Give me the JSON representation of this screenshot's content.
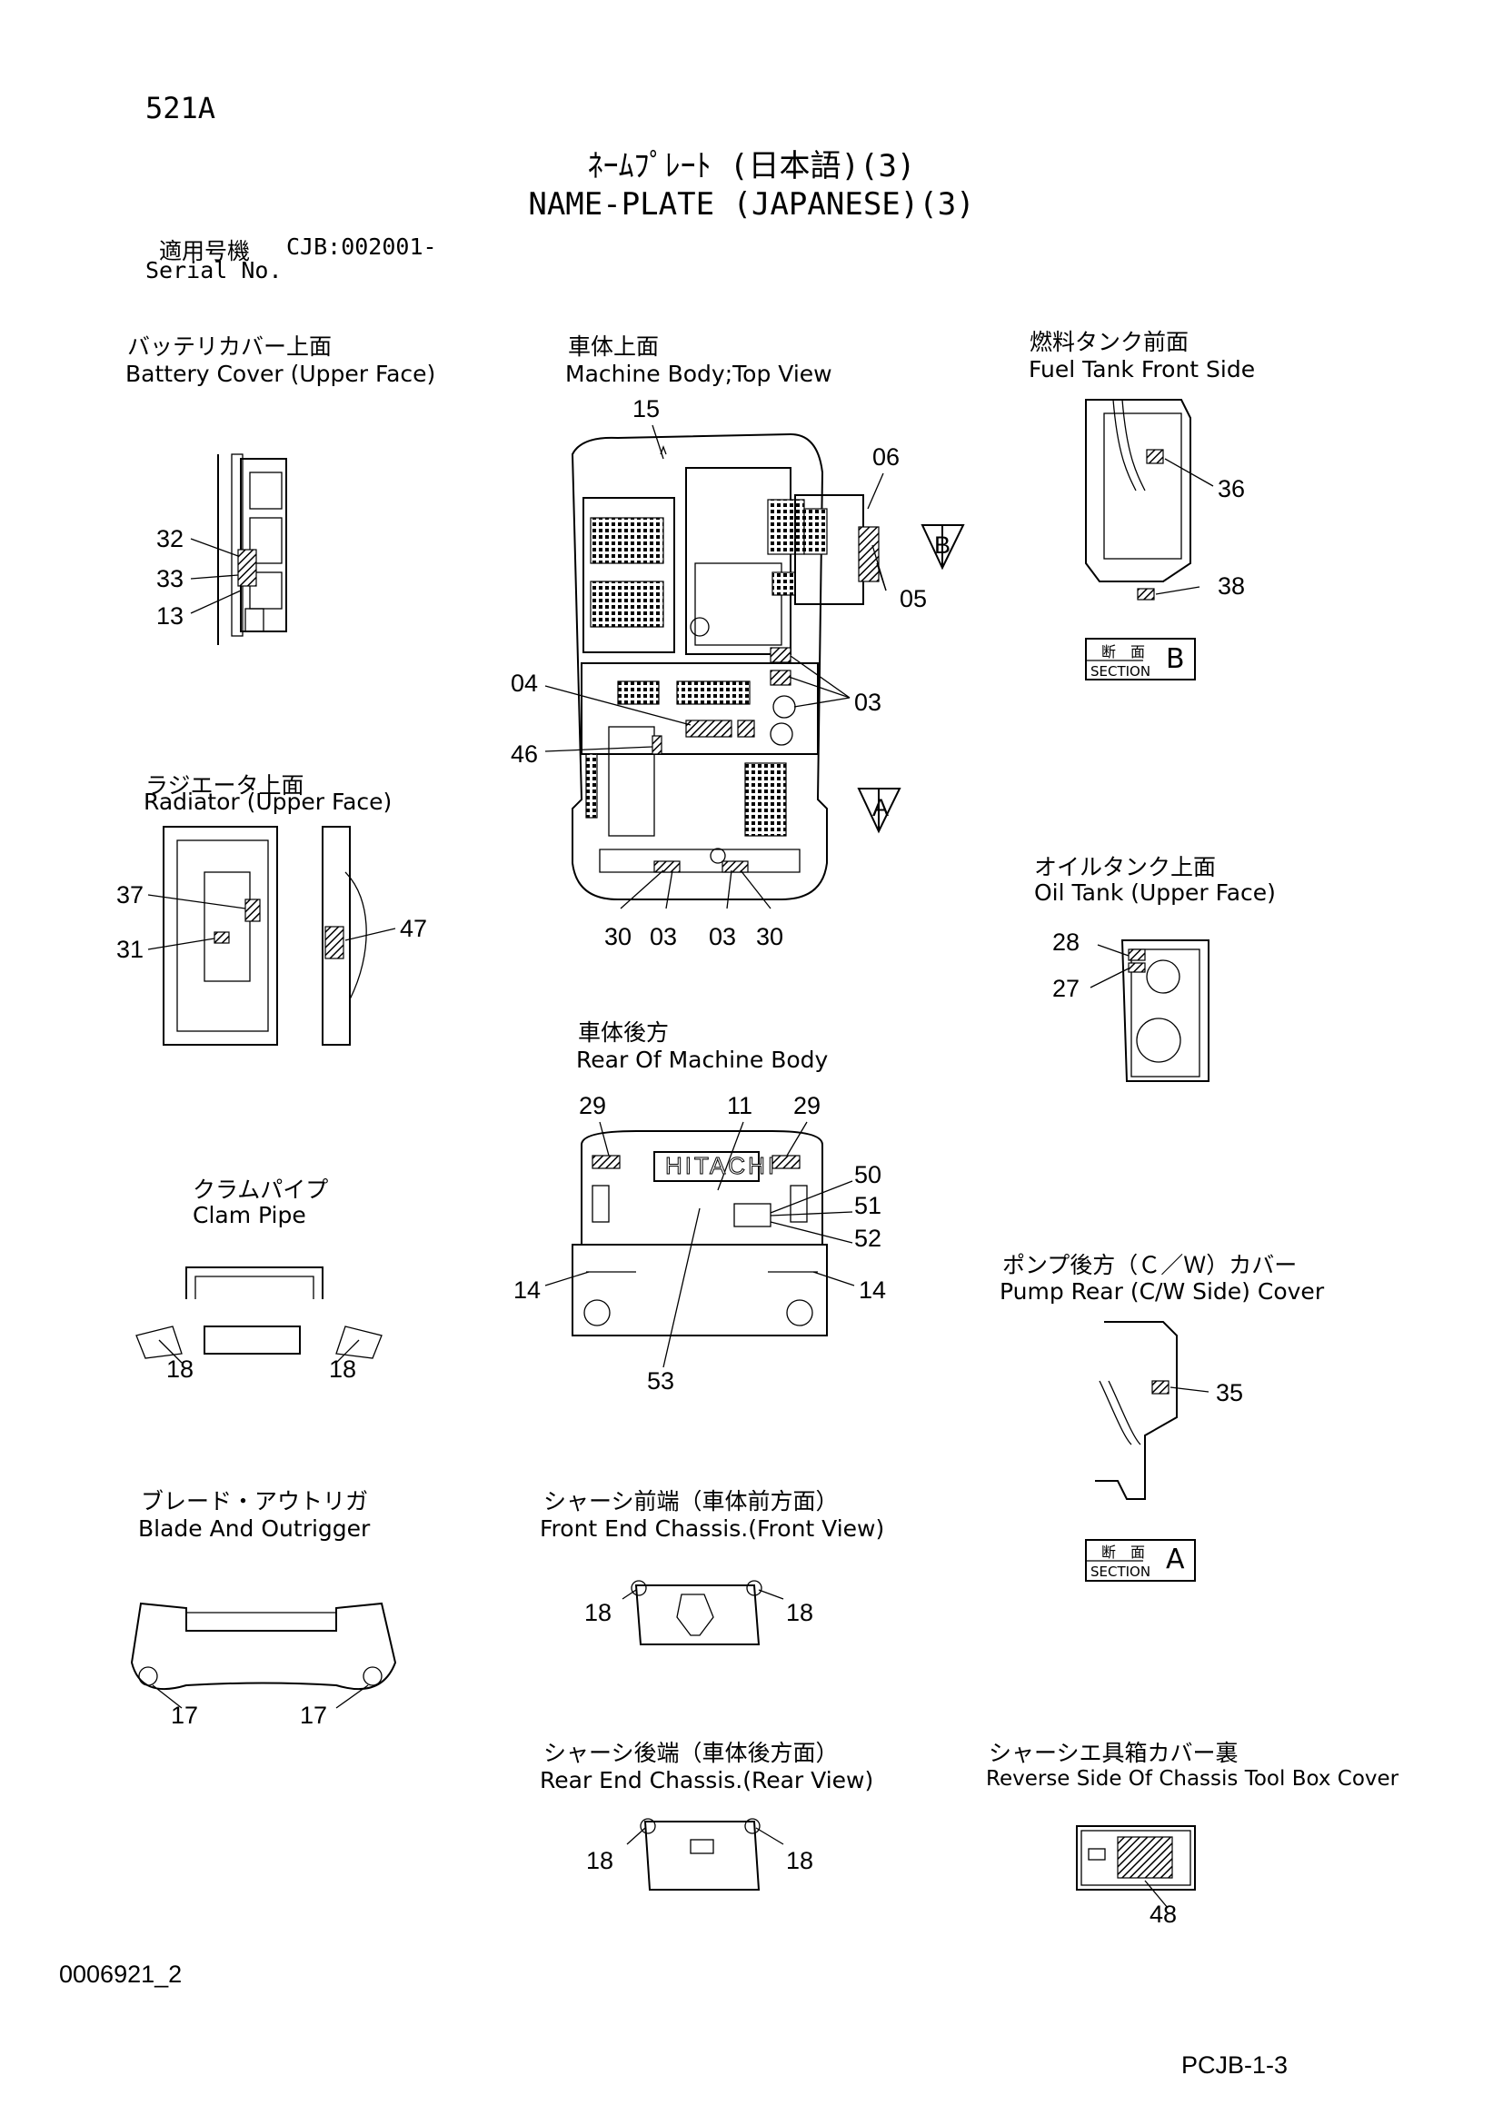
{
  "header": {
    "page_code": "521A",
    "title_jp": "ﾈｰﾑﾌﾟﾚｰﾄ (日本語)(3)",
    "title_en": "NAME-PLATE (JAPANESE)(3)",
    "serial_jp": "適用号機",
    "serial_value": "CJB:002001-",
    "serial_en": "Serial No."
  },
  "views": {
    "battery_cover": {
      "jp": "バッテリカバー上面",
      "en": "Battery Cover (Upper Face)",
      "callouts": [
        "32",
        "33",
        "13"
      ]
    },
    "machine_body_top": {
      "jp": "車体上面",
      "en": "Machine Body;Top View",
      "callouts": [
        "15",
        "06",
        "05",
        "04",
        "03",
        "46",
        "30",
        "03",
        "03",
        "30"
      ],
      "section_b": "B",
      "section_a": "A"
    },
    "fuel_tank": {
      "jp": "燃料タンク前面",
      "en": "Fuel Tank Front Side",
      "callouts": [
        "36",
        "38"
      ]
    },
    "section_b_label": {
      "jp": "断　面",
      "en": "SECTION",
      "letter": "B"
    },
    "radiator": {
      "jp": "ラジエータ上面",
      "en": "Radiator (Upper Face)",
      "callouts": [
        "37",
        "31",
        "47"
      ]
    },
    "oil_tank": {
      "jp": "オイルタンク上面",
      "en": "Oil Tank (Upper Face)",
      "callouts": [
        "28",
        "27"
      ]
    },
    "rear_body": {
      "jp": "車体後方",
      "en": "Rear Of Machine Body",
      "logo": "HITACHI",
      "callouts": [
        "29",
        "11",
        "29",
        "50",
        "51",
        "52",
        "14",
        "14",
        "53"
      ]
    },
    "clam_pipe": {
      "jp": "クラムパイプ",
      "en": "Clam Pipe",
      "callouts": [
        "18",
        "18"
      ]
    },
    "pump_rear": {
      "jp": "ポンプ後方（Ｃ／Ｗ）カバー",
      "en": "Pump Rear (C/W Side) Cover",
      "callouts": [
        "35"
      ]
    },
    "section_a_label": {
      "jp": "断　面",
      "en": "SECTION",
      "letter": "A"
    },
    "blade": {
      "jp": "ブレード・アウトリガ",
      "en": "Blade And Outrigger",
      "callouts": [
        "17",
        "17"
      ]
    },
    "front_chassis": {
      "jp": "シャーシ前端（車体前方面）",
      "en": "Front End Chassis.(Front View)",
      "callouts": [
        "18",
        "18"
      ]
    },
    "rear_chassis": {
      "jp": "シャーシ後端（車体後方面）",
      "en": "Rear End Chassis.(Rear View)",
      "callouts": [
        "18",
        "18"
      ]
    },
    "tool_box": {
      "jp": "シャーシエ具箱カバー裏",
      "en": "Reverse Side Of Chassis Tool Box Cover",
      "callouts": [
        "48"
      ]
    }
  },
  "footer": {
    "drawing_no": "0006921_2",
    "page_ref": "PCJB-1-3"
  }
}
